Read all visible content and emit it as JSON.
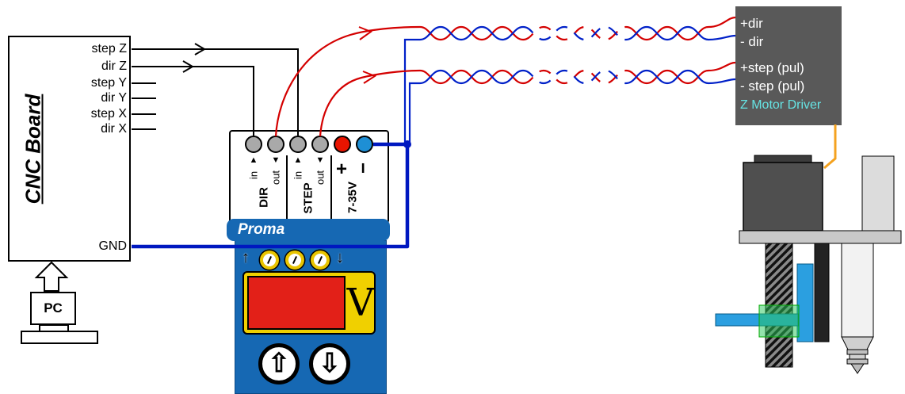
{
  "cnc": {
    "title": "CNC Board",
    "pins": [
      "step Z",
      "dir Z",
      "step Y",
      "dir Y",
      "step X",
      "dir X"
    ],
    "gnd": "GND"
  },
  "pc": {
    "label": "PC"
  },
  "optocoupler": {
    "brand": "Proma",
    "sections": {
      "dir": "DIR",
      "step": "STEP"
    },
    "in_label": "in",
    "out_label": "out",
    "in_arrow": "▲",
    "out_arrow": "▼",
    "plus": "+",
    "minus": "−",
    "voltage_range": "7-35V",
    "display_unit": "V",
    "trim_up_arrow": "↑",
    "trim_down_arrow": "↓",
    "button_up": "⇧",
    "button_down": "⇩"
  },
  "driver": {
    "pins": [
      "+dir",
      "- dir",
      "+step (pul)",
      "- step (pul)"
    ],
    "title": "Z Motor Driver"
  },
  "colors": {
    "wire_red": "#d40000",
    "wire_blue": "#0020c8",
    "wire_blue_thick": "#0018c0",
    "terminal_gray": "#a9a9a9",
    "terminal_red": "#e81400",
    "terminal_blue": "#1e8fd5",
    "panel_blue": "#1668b3",
    "display_red": "#e22018",
    "display_frame_yellow": "#f0d000",
    "driver_bg": "#595959",
    "driver_title_cyan": "#66e3e3",
    "motor_wire_orange": "#f4a21f"
  }
}
